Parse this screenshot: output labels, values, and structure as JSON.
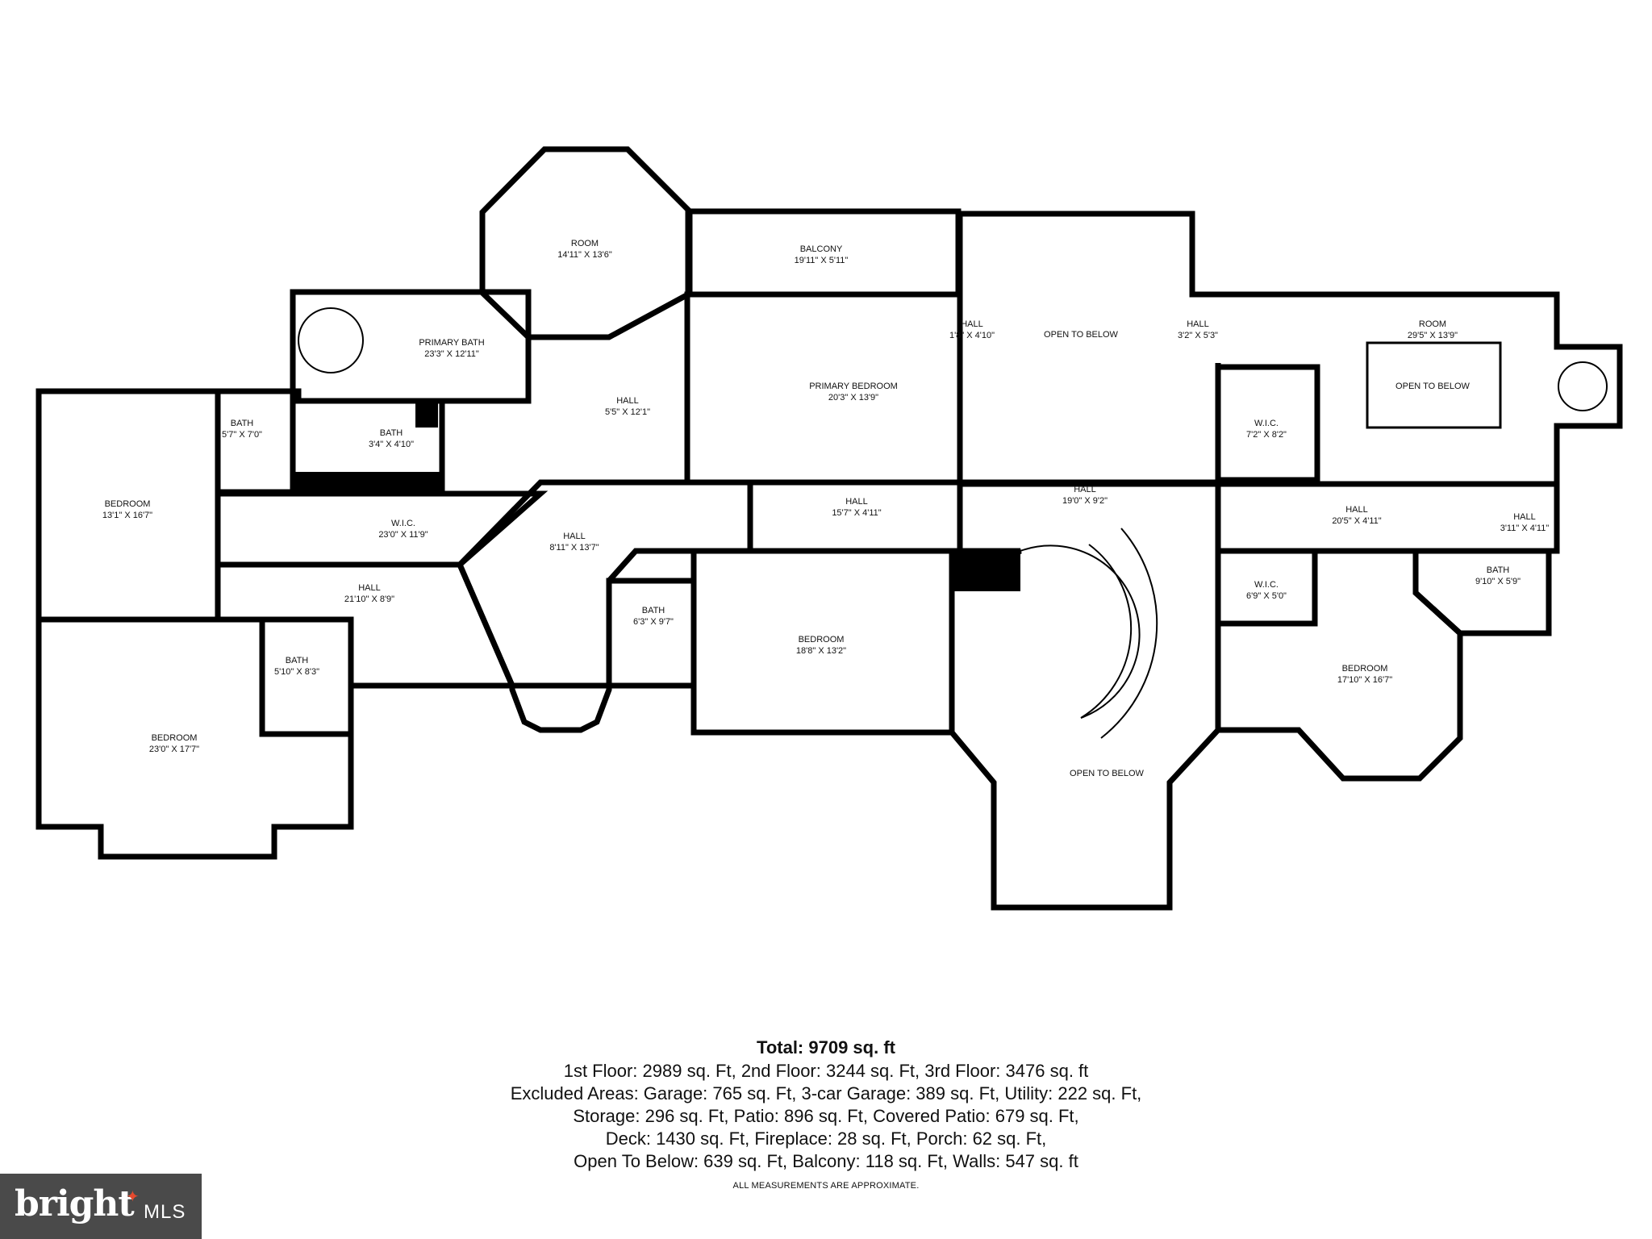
{
  "rooms": [
    {
      "name": "ROOM",
      "dims": "14'11\" X 13'6\""
    },
    {
      "name": "BALCONY",
      "dims": "19'11\" X 5'11\""
    },
    {
      "name": "PRIMARY BATH",
      "dims": "23'3\" X 12'11\""
    },
    {
      "name": "PRIMARY BEDROOM",
      "dims": "20'3\" X 13'9\""
    },
    {
      "name": "OPEN TO BELOW",
      "dims": ""
    },
    {
      "name": "ROOM",
      "dims": "29'5\" X 13'9\""
    },
    {
      "name": "OPEN TO BELOW",
      "dims": ""
    },
    {
      "name": "W.I.C.",
      "dims": "7'2\" X 8'2\""
    },
    {
      "name": "HALL",
      "dims": "1'8\" X 4'10\""
    },
    {
      "name": "HALL",
      "dims": "3'2\" X 5'3\""
    },
    {
      "name": "HALL",
      "dims": "5'5\" X 12'1\""
    },
    {
      "name": "BATH",
      "dims": "5'7\" X 7'0\""
    },
    {
      "name": "BATH",
      "dims": "3'4\" X 4'10\""
    },
    {
      "name": "BEDROOM",
      "dims": "13'1\" X 16'7\""
    },
    {
      "name": "W.I.C.",
      "dims": "23'0\" X 11'9\""
    },
    {
      "name": "HALL",
      "dims": "8'11\" X 13'7\""
    },
    {
      "name": "HALL",
      "dims": "15'7\" X 4'11\""
    },
    {
      "name": "HALL",
      "dims": "19'0\" X 9'2\""
    },
    {
      "name": "HALL",
      "dims": "20'5\" X 4'11\""
    },
    {
      "name": "HALL",
      "dims": "3'11\" X 4'11\""
    },
    {
      "name": "HALL",
      "dims": "21'10\" X 8'9\""
    },
    {
      "name": "BATH",
      "dims": "6'3\" X 9'7\""
    },
    {
      "name": "BEDROOM",
      "dims": "18'8\" X 13'2\""
    },
    {
      "name": "W.I.C.",
      "dims": "6'9\" X 5'0\""
    },
    {
      "name": "BATH",
      "dims": "9'10\" X 5'9\""
    },
    {
      "name": "BEDROOM",
      "dims": "17'10\" X 16'7\""
    },
    {
      "name": "BATH",
      "dims": "5'10\" X 8'3\""
    },
    {
      "name": "BEDROOM",
      "dims": "23'0\" X 17'7\""
    },
    {
      "name": "OPEN TO BELOW",
      "dims": ""
    }
  ],
  "summary": {
    "total": "Total: 9709 sq. ft",
    "lines": [
      "1st Floor: 2989 sq. Ft, 2nd Floor: 3244 sq. Ft, 3rd Floor: 3476 sq. ft",
      "Excluded Areas: Garage: 765 sq. Ft, 3-car Garage: 389 sq. Ft, Utility: 222 sq. Ft,",
      "Storage: 296 sq. Ft, Patio: 896 sq. Ft, Covered Patio: 679 sq. Ft,",
      "Deck: 1430 sq. Ft, Fireplace: 28 sq. Ft, Porch: 62 sq. Ft,",
      "Open To Below: 639 sq. Ft, Balcony: 118 sq. Ft, Walls: 547 sq. ft"
    ],
    "note": "ALL MEASUREMENTS ARE APPROXIMATE."
  },
  "logo": {
    "brand": "bright",
    "suffix": "MLS"
  }
}
